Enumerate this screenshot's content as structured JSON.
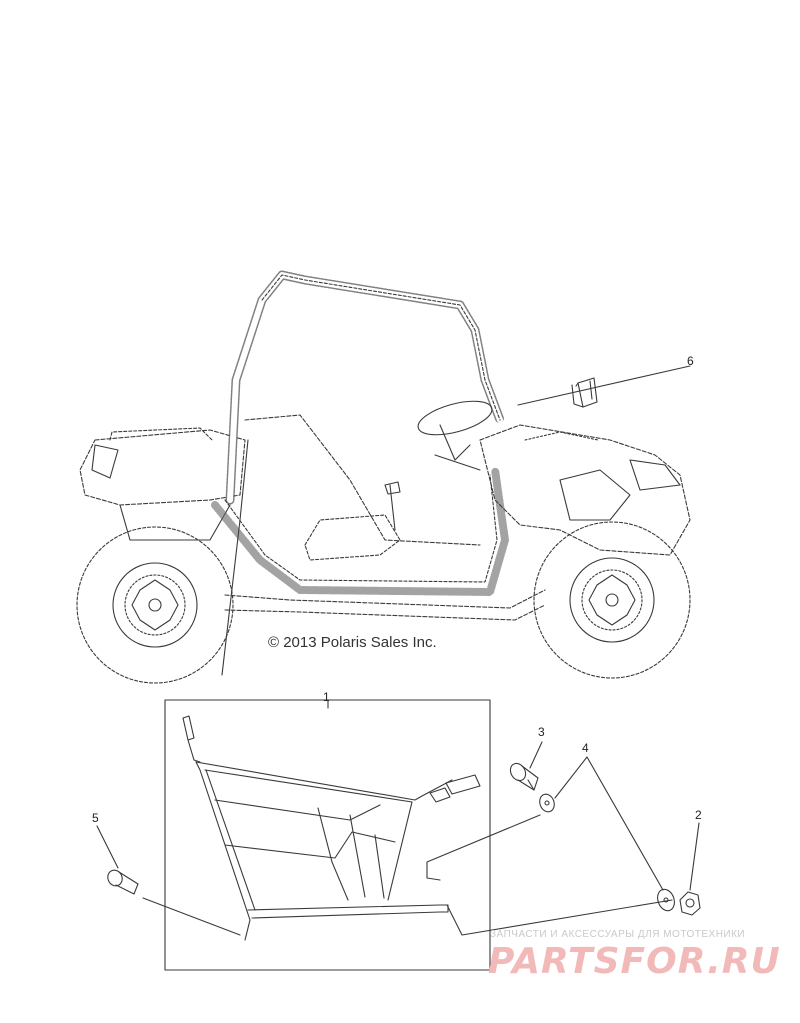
{
  "copyright": "© 2013 Polaris Sales Inc.",
  "callouts": [
    {
      "id": "1",
      "label": "1"
    },
    {
      "id": "2",
      "label": "2"
    },
    {
      "id": "3",
      "label": "3"
    },
    {
      "id": "4",
      "label": "4"
    },
    {
      "id": "5",
      "label": "5"
    },
    {
      "id": "6",
      "label": "6"
    }
  ],
  "watermark": {
    "tagline": "ЗАПЧАСТИ И АКСЕССУАРЫ ДЛЯ МОТОТЕХНИКИ",
    "brand": "PARTSFOR.RU"
  },
  "colors": {
    "line": "#333333",
    "watermark_brand": "#f2b9b9"
  }
}
